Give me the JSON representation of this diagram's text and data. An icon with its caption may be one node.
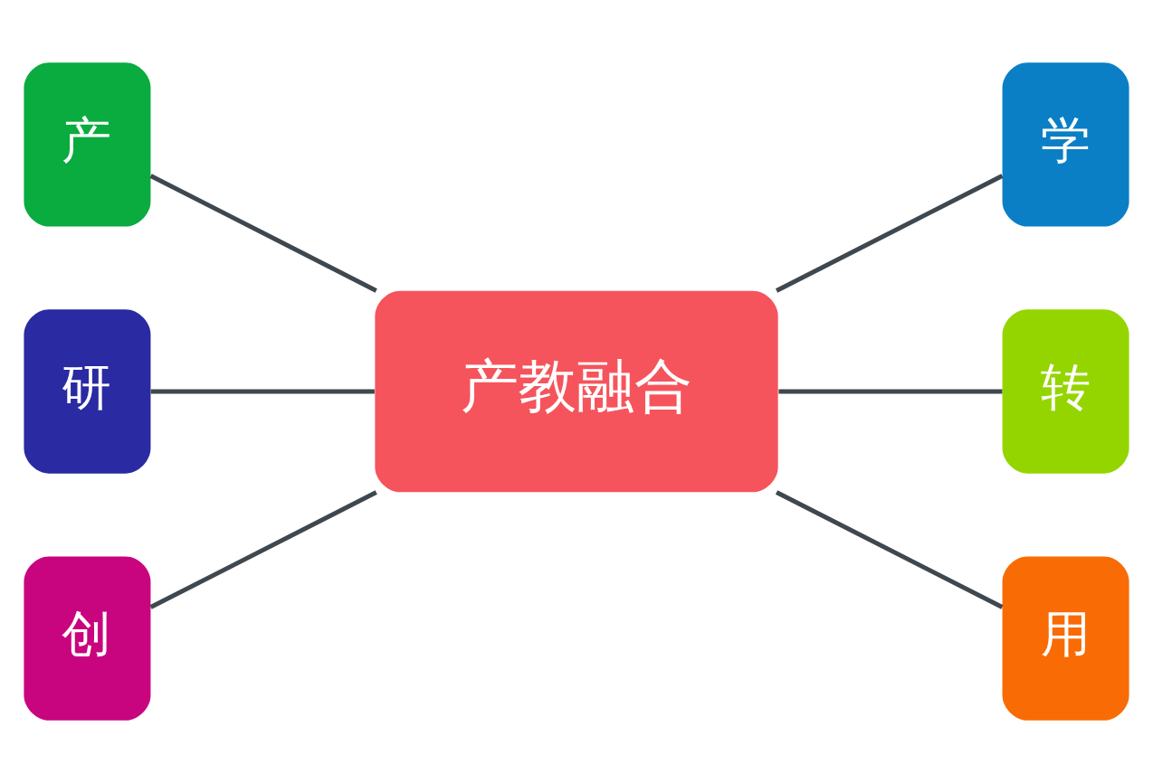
{
  "diagram": {
    "nodes": [
      {
        "text": [
          "产"
        ]
      },
      {
        "text": [
          "学"
        ]
      },
      {
        "text": [
          "研"
        ]
      },
      {
        "text": [
          "产教融合"
        ]
      },
      {
        "text": [
          "转"
        ]
      },
      {
        "text": [
          "创"
        ]
      },
      {
        "text": [
          "用"
        ]
      }
    ],
    "edges": [
      {
        "from": 0,
        "to": 3,
        "arrow": "none"
      },
      {
        "from": 2,
        "to": 3,
        "arrow": "none"
      },
      {
        "from": 5,
        "to": 3,
        "arrow": "none"
      },
      {
        "from": 3,
        "to": 1,
        "arrow": "none"
      },
      {
        "from": 3,
        "to": 4,
        "arrow": "none"
      },
      {
        "from": 3,
        "to": 6,
        "arrow": "none"
      }
    ]
  }
}
